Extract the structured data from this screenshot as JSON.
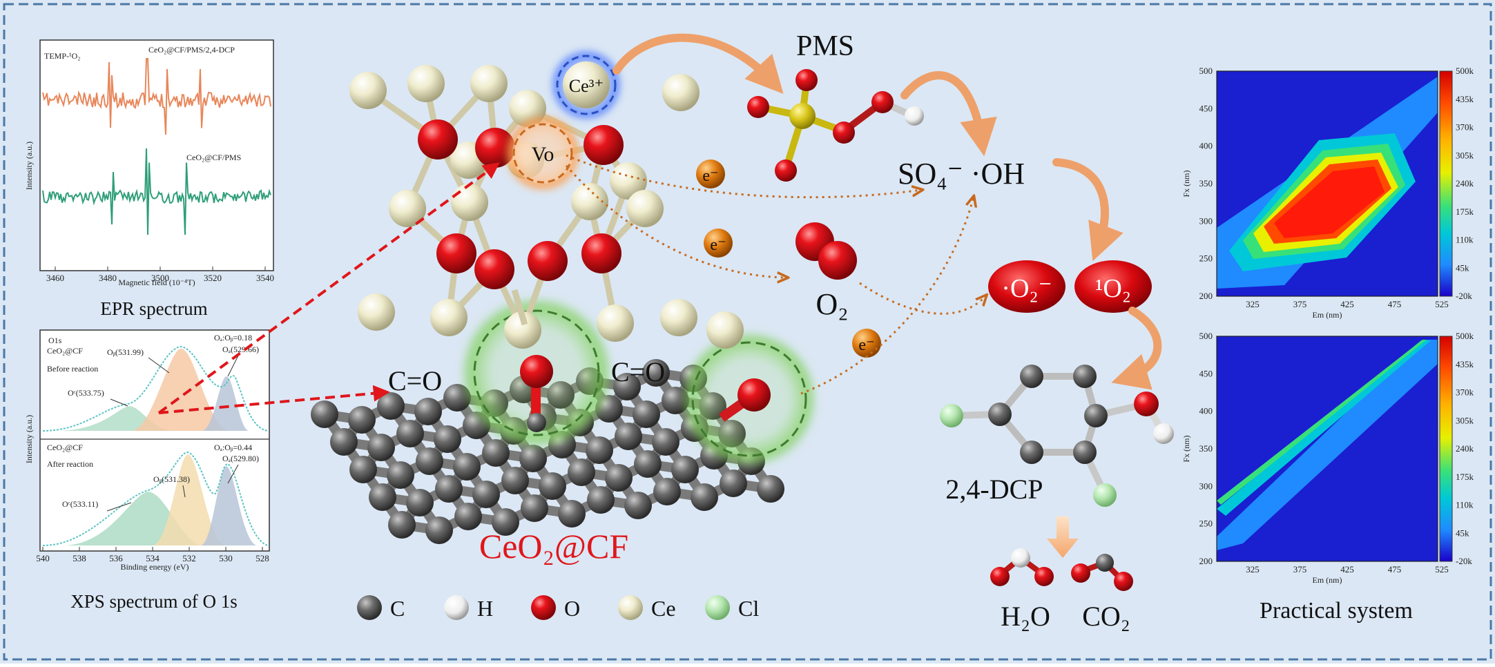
{
  "colors": {
    "background": "#dbe7f4",
    "border": "#4a78a6",
    "catalyst_red": "#e0161b",
    "arrow_orange": "#e2905a",
    "electron_orange": "#e07b10",
    "epr_top": "#e8865a",
    "epr_bottom": "#2e9e79"
  },
  "epr": {
    "caption": "EPR spectrum",
    "trace_top_label": "CeO₂@CF/PMS/2,4-DCP",
    "trace_top_label_left": "TEMP-¹O₂",
    "trace_bottom_label": "CeO₂@CF/PMS",
    "ylabel": "Intensity (a.u.)",
    "xlabel": "Magnetic field (10⁻⁴T)",
    "xticks": [
      "3460",
      "3480",
      "3500",
      "3520",
      "3540"
    ]
  },
  "xps": {
    "caption": "XPS spectrum of O 1s",
    "ylabel": "Intensity (a.u.)",
    "xlabel": "Binding energy (eV)",
    "xticks": [
      "540",
      "538",
      "536",
      "534",
      "532",
      "530",
      "528"
    ],
    "before": {
      "title": "O1s",
      "sample": "CeO₂@CF",
      "state": "Before reaction",
      "ob": "Oᵦ(531.99)",
      "ratio": "Oₐ:Oᵦ=0.18",
      "oa": "Oₐ(529.66)",
      "oc": "Oᶜ(533.75)"
    },
    "after": {
      "sample": "CeO₂@CF",
      "state": "After reaction",
      "ob": "Oᵦ(531.38)",
      "ratio": "Oₐ:Oᵦ=0.44",
      "oa": "Oₐ(529.80)",
      "oc": "Oᶜ(533.11)"
    }
  },
  "mechanism": {
    "ce3": "Ce³⁺",
    "vo": "Vo",
    "pms": "PMS",
    "electron": "e⁻",
    "radicals": "SO₄⁻  ·OH",
    "o2": "O₂",
    "superoxide": "·O₂⁻",
    "singlet": "¹O₂",
    "co_left": "C=O",
    "co_right": "C=O",
    "catalyst": "CeO₂@CF",
    "pollutant": "2,4-DCP",
    "h2o": "H₂O",
    "co2": "CO₂"
  },
  "legend": [
    {
      "symbol": "C",
      "color": "#5e5e5e"
    },
    {
      "symbol": "H",
      "color": "#f2f2f2"
    },
    {
      "symbol": "O",
      "color": "#e0161b"
    },
    {
      "symbol": "Ce",
      "color": "#efeccd"
    },
    {
      "symbol": "Cl",
      "color": "#b5e6b0"
    }
  ],
  "eem": {
    "caption": "Practical  system",
    "ylabel": "Fx (nm)",
    "xlabel": "Em (nm)",
    "yticks": [
      "500",
      "450",
      "400",
      "350",
      "300",
      "250",
      "200"
    ],
    "xticks": [
      "325",
      "375",
      "425",
      "475",
      "525"
    ],
    "colorbar": [
      "500k",
      "435k",
      "370k",
      "305k",
      "240k",
      "175k",
      "110k",
      "45k",
      "-20k"
    ]
  }
}
